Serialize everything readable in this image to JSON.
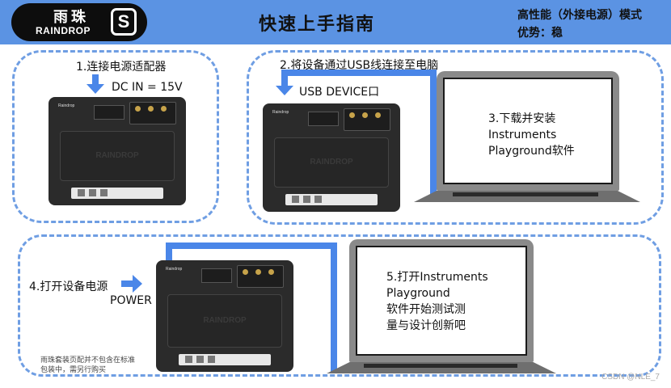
{
  "header": {
    "brand_cn": "雨珠",
    "brand_en": "RAINDROP",
    "brand_mark": "S",
    "title": "快速上手指南",
    "side_line1": "高性能（外接电源）模式",
    "side_line2": "优势：稳"
  },
  "step1": {
    "label": "1.连接电源适配器",
    "power_spec": "DC IN = 15V"
  },
  "step2": {
    "label": "2.将设备通过USB线连接至电脑",
    "port_label": "USB DEVICE口"
  },
  "step3": {
    "line1": "3.下载并安装",
    "line2": "Instruments",
    "line3": "Playground软件"
  },
  "step4": {
    "label": "4.打开设备电源",
    "button_label": "POWER",
    "note": "雨珠套装页配并不包含在标准包装中，需另行购买"
  },
  "step5": {
    "line1": "5.打开Instruments",
    "line2": "Playground",
    "line3": "软件开始测试测",
    "line4": "量与设计创新吧"
  },
  "device": {
    "brand": "RAINDROP",
    "top_label": "Raindrop"
  },
  "watermark": "CSDN @NLE_7",
  "colors": {
    "header_bg": "#5b93e3",
    "accent_blue": "#4a86e8",
    "dash_border": "#6f9ee3",
    "device_body": "#2b2b2b"
  }
}
